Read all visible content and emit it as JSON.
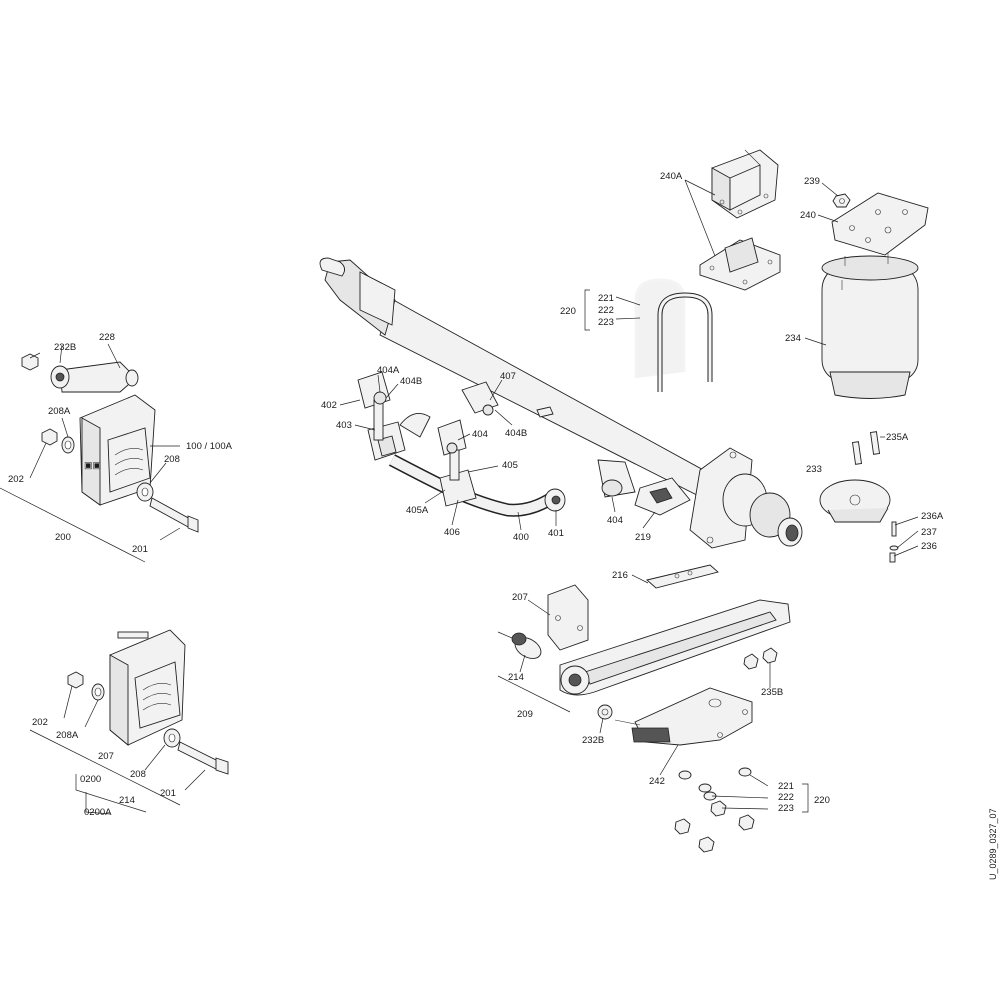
{
  "drawing_id": "U_0289_0327_07",
  "labels": {
    "l240A": "240A",
    "l239": "239",
    "l240": "240",
    "l234": "234",
    "l220a": "220",
    "l221a": "221",
    "l222a": "222",
    "l223a": "223",
    "l232Ba": "232B",
    "l228": "228",
    "l208Aa": "208A",
    "l100": "100 / 100A",
    "l208a": "208",
    "l202a": "202",
    "l200": "200",
    "l201a": "201",
    "l407": "407",
    "l404A": "404A",
    "l404Ba": "404B",
    "l402": "402",
    "l403": "403",
    "l404a": "404",
    "l404Bb": "404B",
    "l405": "405",
    "l405A": "405A",
    "l406": "406",
    "l400": "400",
    "l401": "401",
    "l404b": "404",
    "l219": "219",
    "l235A": "235A",
    "l233": "233",
    "l236A": "236A",
    "l237": "237",
    "l236": "236",
    "l216": "216",
    "l207a": "207",
    "l214a": "214",
    "l209": "209",
    "l235B": "235B",
    "l232Bb": "232B",
    "l242": "242",
    "l221b": "221",
    "l222b": "222",
    "l223b": "223",
    "l220b": "220",
    "l202b": "202",
    "l208Ab": "208A",
    "l207b": "207",
    "l208b": "208",
    "l201b": "201",
    "l0200": "0200",
    "l214b": "214",
    "l0200A": "0200A"
  }
}
